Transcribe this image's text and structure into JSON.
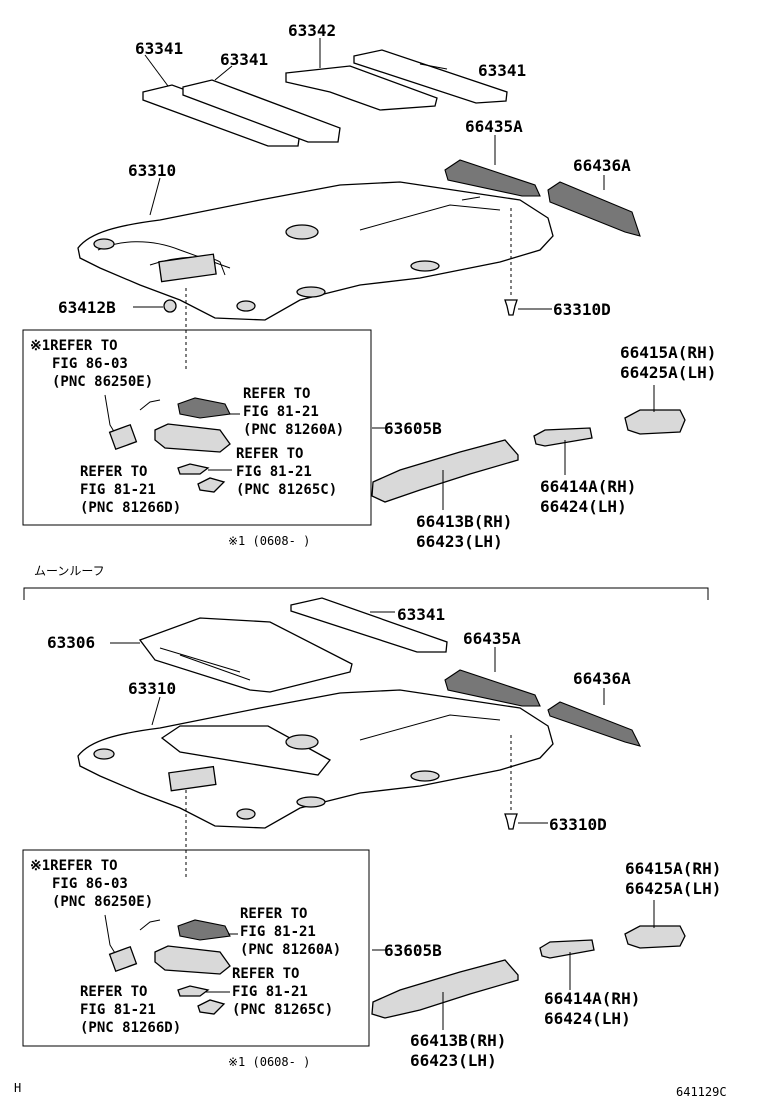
{
  "top": {
    "labels": {
      "strip_left_1": "63341",
      "strip_left_2": "63341",
      "pad_center": "63342",
      "strip_right": "63341",
      "rail_a": "66435A",
      "rail_b": "66436A",
      "headliner": "63310",
      "clip": "63412B",
      "screw": "63310D",
      "bracket_rh_lh_1": "66415A(RH)",
      "bracket_rh_lh_2": "66425A(LH)",
      "lamp": "63605B",
      "bracket2_1": "66414A(RH)",
      "bracket2_2": "66424(LH)",
      "rail_long_1": "66413B(RH)",
      "rail_long_2": "66423(LH)"
    },
    "refbox": {
      "note1": "※1REFER TO",
      "note1_fig": "FIG 86-03",
      "note1_pnc": "(PNC 86250E)",
      "ref_a_1": "REFER TO",
      "ref_a_2": "FIG 81-21",
      "ref_a_3": "(PNC 81260A)",
      "ref_b_1": "REFER TO",
      "ref_b_2": "FIG 81-21",
      "ref_b_3": "(PNC 81265C)",
      "ref_c_1": "REFER TO",
      "ref_c_2": "FIG 81-21",
      "ref_c_3": "(PNC 81266D)"
    },
    "footnote": "※1 (0608-     )"
  },
  "section_label": "ムーンルーフ",
  "bottom": {
    "labels": {
      "strip": "63341",
      "sunroof_panel": "63306",
      "rail_a": "66435A",
      "rail_b": "66436A",
      "headliner": "63310",
      "screw": "63310D",
      "bracket_rh_lh_1": "66415A(RH)",
      "bracket_rh_lh_2": "66425A(LH)",
      "lamp": "63605B",
      "bracket2_1": "66414A(RH)",
      "bracket2_2": "66424(LH)",
      "rail_long_1": "66413B(RH)",
      "rail_long_2": "66423(LH)"
    },
    "refbox": {
      "note1": "※1REFER TO",
      "note1_fig": "FIG 86-03",
      "note1_pnc": "(PNC 86250E)",
      "ref_a_1": "REFER TO",
      "ref_a_2": "FIG 81-21",
      "ref_a_3": "(PNC 81260A)",
      "ref_b_1": "REFER TO",
      "ref_b_2": "FIG 81-21",
      "ref_b_3": "(PNC 81265C)",
      "ref_c_1": "REFER TO",
      "ref_c_2": "FIG 81-21",
      "ref_c_3": "(PNC 81266D)"
    },
    "footnote": "※1 (0608-     )"
  },
  "corner_left": "H",
  "figure_code": "641129C"
}
